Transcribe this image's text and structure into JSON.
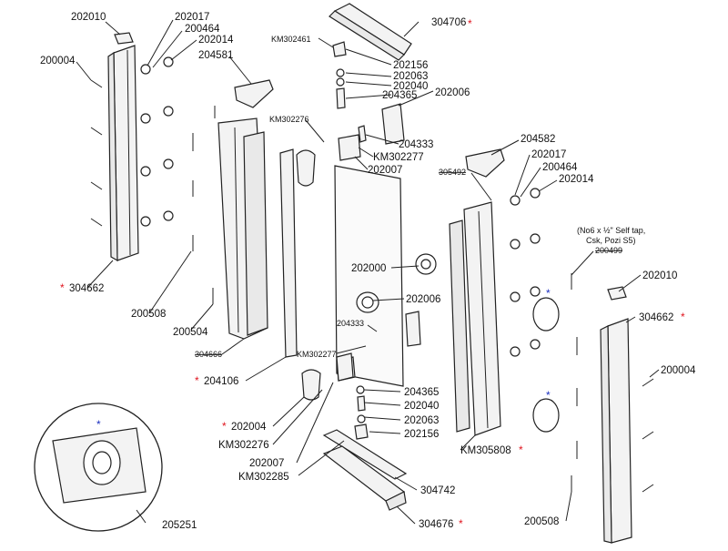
{
  "colors": {
    "red_star": "#e0141e",
    "blue_star": "#1b2fbf",
    "line": "#222222"
  },
  "labels": {
    "l202010a": "202010",
    "l202017a": "202017",
    "l200464a": "200464",
    "l202014a": "202014",
    "l200004a": "200004",
    "l204581": "204581",
    "lKM302461": "KM302461",
    "l304706": "304706",
    "l202156a": "202156",
    "l202063a": "202063",
    "l202040a": "202040",
    "l204365a": "204365",
    "l202006a": "202006",
    "lKM302276a": "KM302276",
    "l204333a": "204333",
    "lKM302277a": "KM302277",
    "l202007a": "202007",
    "l204582": "204582",
    "l202017b": "202017",
    "l200464b": "200464",
    "l202014b": "202014",
    "l305492": "305492",
    "lnote1": "(No6 x ½\" Self tap,",
    "lnote2": "Csk, Pozi S5)",
    "l200499": "200499",
    "l202010b": "202010",
    "l304662a": "304662",
    "l200508a": "200508",
    "l200504": "200504",
    "l304666": "304666",
    "l204106": "204106",
    "l202000": "202000",
    "l202006b": "202006",
    "l204333b": "204333",
    "lKM302277b": "KM302277",
    "l304662b": "304662",
    "l200004b": "200004",
    "l204365b": "204365",
    "l202040b": "202040",
    "l202063b": "202063",
    "l202156b": "202156",
    "l202004": "202004",
    "lKM302276b": "KM302276",
    "l202007b": "202007",
    "lKM302285": "KM302285",
    "lKM305808": "KM305808",
    "l304742": "304742",
    "l304676": "304676",
    "l200508b": "200508",
    "l205251": "205251"
  },
  "stars": {
    "red": "*",
    "blue": "*"
  }
}
